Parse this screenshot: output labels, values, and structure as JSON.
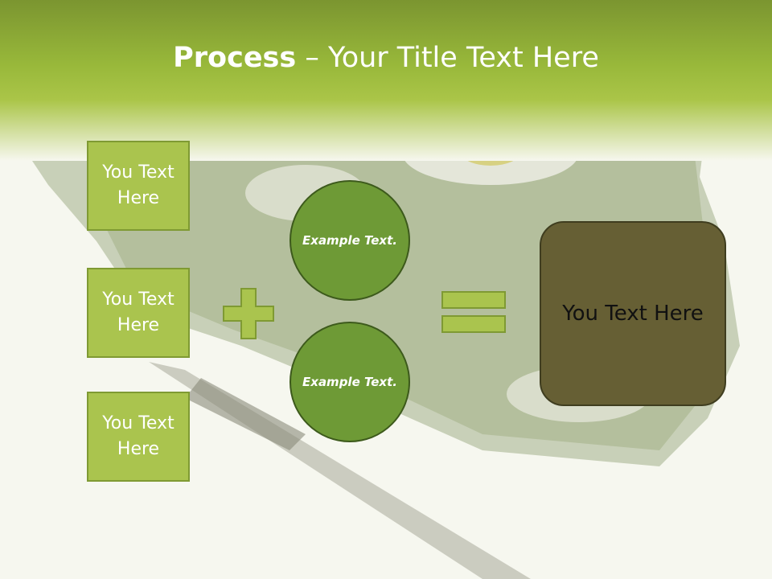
{
  "slide": {
    "title_bold": "Process",
    "title_rest": " – Your Title Text Here"
  },
  "inputs": [
    {
      "label": "You Text Here"
    },
    {
      "label": "You Text Here"
    },
    {
      "label": "You Text Here"
    }
  ],
  "operands": [
    {
      "label": "Example Text."
    },
    {
      "label": "Example Text."
    }
  ],
  "result": {
    "label": "You Text Here"
  },
  "colors": {
    "header_green": "#98b83a",
    "box_fill": "#aac44e",
    "circle_fill": "#6e9a36",
    "result_fill": "#665f34"
  }
}
